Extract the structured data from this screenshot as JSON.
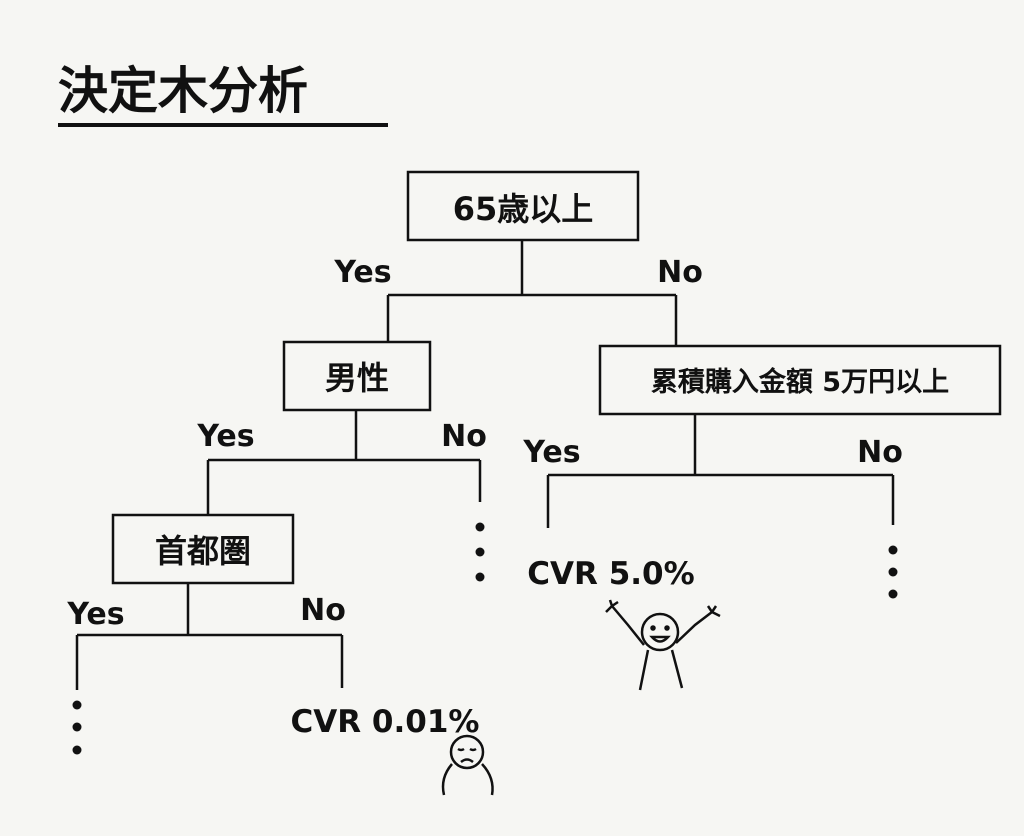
{
  "title": "決定木分析",
  "nodes": {
    "root": "65歳以上",
    "male": "男性",
    "purchase": "累積購入金額 5万円以上",
    "metro": "首都圏"
  },
  "edges": {
    "yes": "Yes",
    "no": "No"
  },
  "results": {
    "purchase_yes": "CVR 5.0%",
    "metro_no": "CVR 0.01%"
  },
  "icons": [
    "happy-person-icon",
    "sad-person-icon",
    "ellipsis-icon"
  ]
}
